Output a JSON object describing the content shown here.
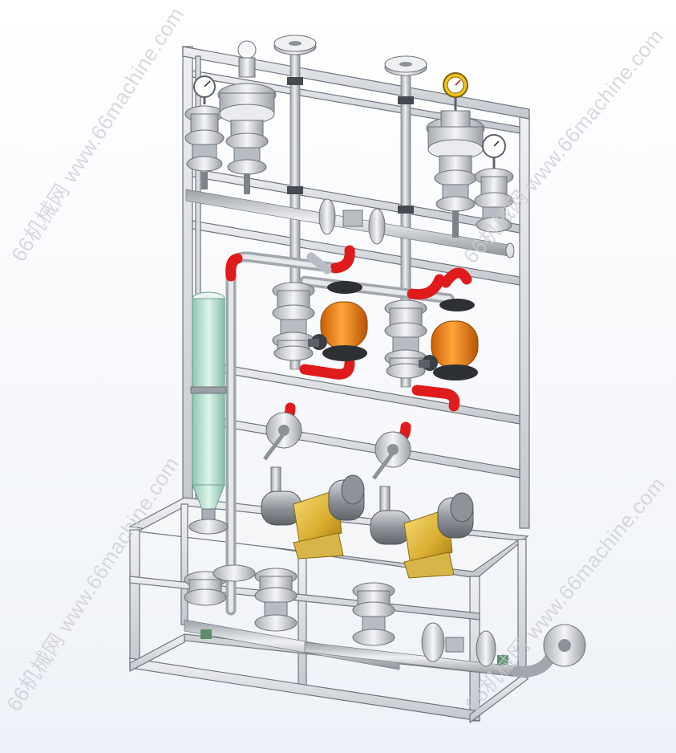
{
  "scene": {
    "colors": {
      "background_top": "#ffffff",
      "background_bottom": "#eef2f8",
      "frame": "#d7dbe0",
      "frame_edge": "#6f757c",
      "pipe": "#c9ccd1",
      "flange": "#e3e6ea",
      "elbow_red": "#e01b1b",
      "accumulator_orange": "#f08a12",
      "gear_pump_gold": "#e6c24a",
      "column_mint": "#bfe6d6",
      "motor_gray": "#9ea3a9",
      "gauge_face": "#ffffff",
      "gauge_yellow": "#f2c31a"
    }
  },
  "watermarks": [
    "66机械网 www.66machine.com",
    "66机械网 www.66machine.com",
    "66机械网 www.66machine.com",
    "66机械网 www.66machine.com"
  ]
}
